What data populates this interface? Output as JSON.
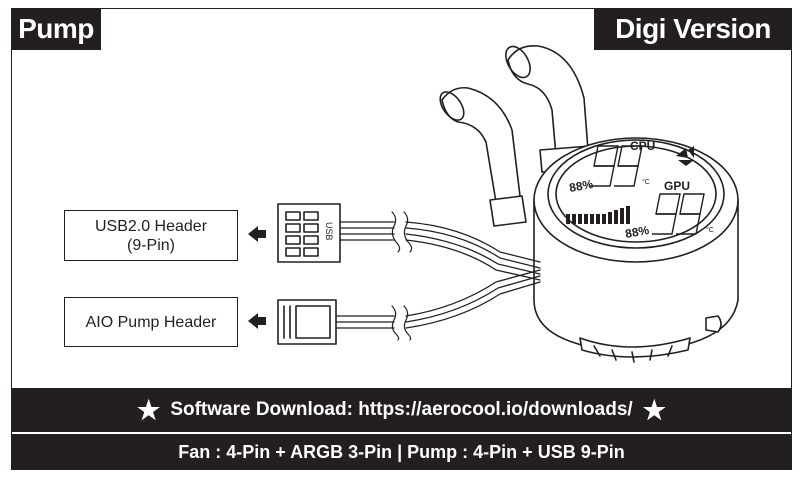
{
  "header": {
    "left_title": "Pump",
    "right_title": "Digi Version"
  },
  "connectors": {
    "usb_label_line1": "USB2.0 Header",
    "usb_label_line2": "(9-Pin)",
    "usb_plug_text": "USB",
    "pump_label": "AIO Pump Header"
  },
  "display": {
    "cpu_label": "CPU",
    "gpu_label": "GPU",
    "cpu_digits": "99",
    "gpu_digits": "99",
    "cpu_percent": "88%",
    "gpu_percent": "88%",
    "unit": "°C"
  },
  "footer": {
    "download_text": "Software Download: https://aerocool.io/downloads/",
    "spec_text": "Fan : 4-Pin + ARGB 3-Pin | Pump : 4-Pin + USB 9-Pin"
  },
  "icons": [
    "star-icon",
    "arrow-left-icon",
    "brand-logo-icon"
  ]
}
